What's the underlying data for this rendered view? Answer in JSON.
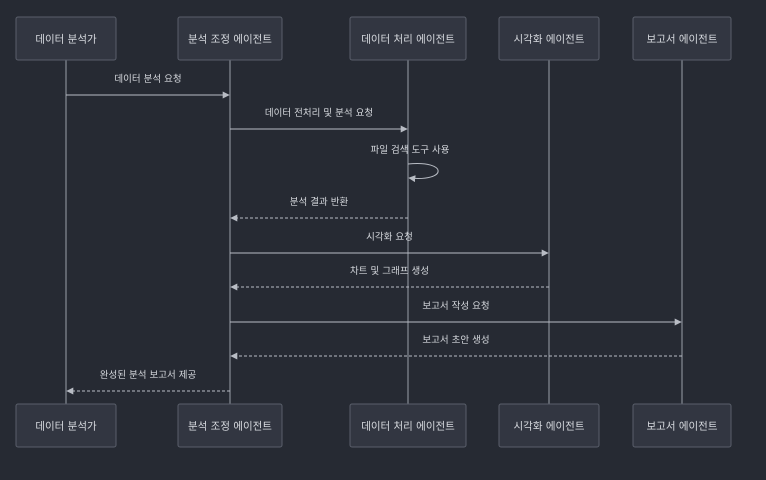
{
  "diagram": {
    "type": "sequence",
    "colors": {
      "background": "#262a33",
      "actor_fill": "#323641",
      "actor_border": "#5a5f6b",
      "line": "#b8bcc4",
      "text": "#d6d9de"
    },
    "actors": [
      {
        "id": "analyst",
        "label": "데이터 분석가"
      },
      {
        "id": "coordinator",
        "label": "분석 조정 에이전트"
      },
      {
        "id": "processor",
        "label": "데이터 처리 에이전트"
      },
      {
        "id": "visualizer",
        "label": "시각화 에이전트"
      },
      {
        "id": "reporter",
        "label": "보고서 에이전트"
      }
    ],
    "messages": [
      {
        "from": "analyst",
        "to": "coordinator",
        "label": "데이터 분석 요청",
        "style": "solid"
      },
      {
        "from": "coordinator",
        "to": "processor",
        "label": "데이터 전처리 및 분석 요청",
        "style": "solid"
      },
      {
        "from": "processor",
        "to": "processor",
        "label": "파일 검색 도구 사용",
        "style": "solid"
      },
      {
        "from": "processor",
        "to": "coordinator",
        "label": "분석 결과 반환",
        "style": "dashed"
      },
      {
        "from": "coordinator",
        "to": "visualizer",
        "label": "시각화 요청",
        "style": "solid"
      },
      {
        "from": "visualizer",
        "to": "coordinator",
        "label": "차트 및 그래프 생성",
        "style": "dashed"
      },
      {
        "from": "coordinator",
        "to": "reporter",
        "label": "보고서 작성 요청",
        "style": "solid"
      },
      {
        "from": "reporter",
        "to": "coordinator",
        "label": "보고서 초안 생성",
        "style": "dashed"
      },
      {
        "from": "coordinator",
        "to": "analyst",
        "label": "완성된 분석 보고서 제공",
        "style": "dashed"
      }
    ]
  }
}
